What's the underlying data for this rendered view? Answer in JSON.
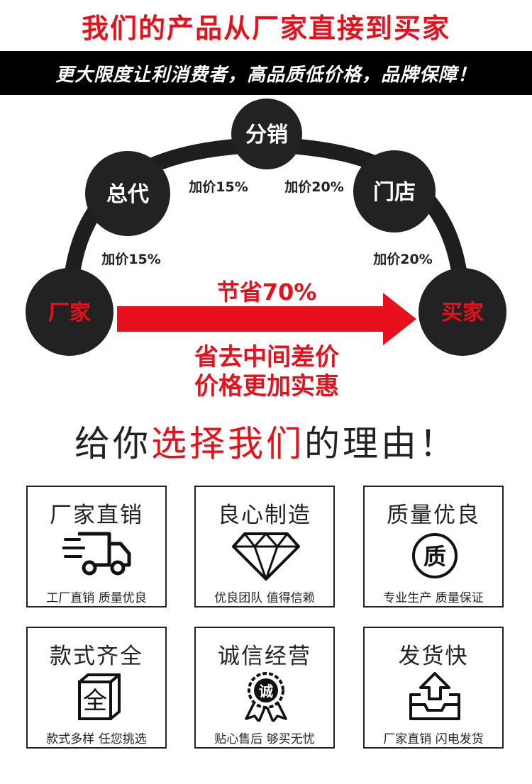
{
  "title": "我们的产品从厂家直接到买家",
  "banner": "更大限度让利消费者，高品质低价格，品牌保障！",
  "diagram": {
    "nodes": {
      "factory": "厂家",
      "agent": "总代",
      "distributor": "分销",
      "store": "门店",
      "buyer": "买家"
    },
    "markups": {
      "factory_to_agent": "加价15%",
      "agent_to_distributor": "加价15%",
      "distributor_to_store": "加价20%",
      "store_to_buyer": "加价20%"
    },
    "savings": "节省70%",
    "note_line1": "省去中间差价",
    "note_line2": "价格更加实惠"
  },
  "headline": {
    "part1": "给你",
    "part2": "选择我们",
    "part3": "的理由！"
  },
  "cards": [
    {
      "title": "厂家直销",
      "icon": "truck-icon",
      "subtitle": "工厂直销 质量优良"
    },
    {
      "title": "良心制造",
      "icon": "diamond-icon",
      "subtitle": "优良团队 值得信赖"
    },
    {
      "title": "质量优良",
      "icon": "quality-seal-icon",
      "icon_text": "质",
      "subtitle": "专业生产 质量保证"
    },
    {
      "title": "款式齐全",
      "icon": "box-icon",
      "icon_text": "全",
      "subtitle": "款式多样 任您挑选"
    },
    {
      "title": "诚信经营",
      "icon": "award-ribbon-icon",
      "icon_text": "诚",
      "subtitle": "贴心售后 够买无忧"
    },
    {
      "title": "发货快",
      "icon": "upload-tray-icon",
      "subtitle": "厂家直销 闪电发货"
    }
  ],
  "colors": {
    "accent": "#e8101a",
    "dark": "#222222",
    "circle": "#1e1e1e"
  }
}
